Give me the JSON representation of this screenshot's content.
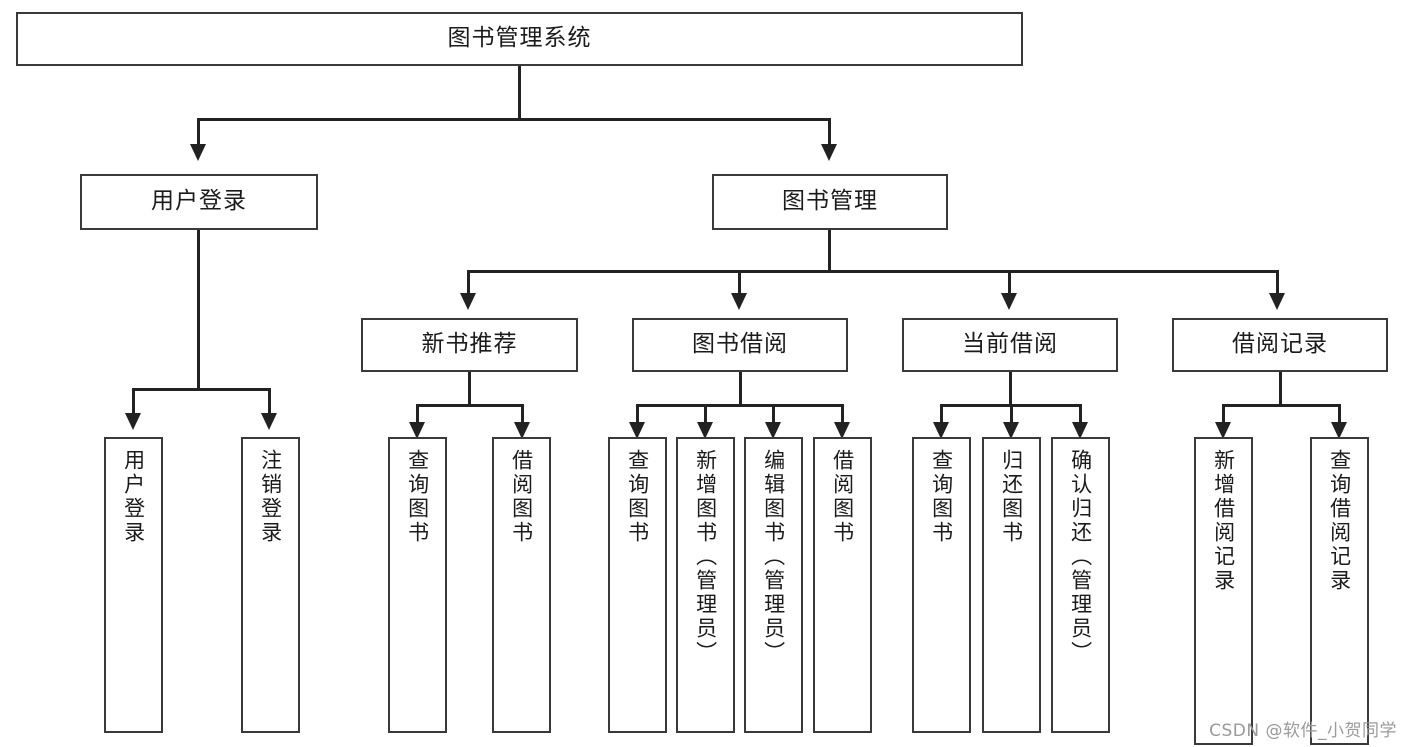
{
  "diagram": {
    "type": "tree-hierarchy-chart",
    "title": "图书管理系统",
    "background_color": "#ffffff",
    "line_color": "#222222",
    "box_border_color": "#3a3a3a",
    "text_color": "#1b1b1b"
  },
  "root": {
    "label": "图书管理系统"
  },
  "level2": [
    {
      "label": "用户登录"
    },
    {
      "label": "图书管理"
    }
  ],
  "level3": [
    {
      "label": "新书推荐"
    },
    {
      "label": "图书借阅"
    },
    {
      "label": "当前借阅"
    },
    {
      "label": "借阅记录"
    }
  ],
  "leaves": {
    "user_login": [
      {
        "label": "用户登录"
      },
      {
        "label": "注销登录"
      }
    ],
    "new_book_recommend": [
      {
        "label": "查询图书"
      },
      {
        "label": "借阅图书"
      }
    ],
    "book_borrow": [
      {
        "label": "查询图书"
      },
      {
        "label": "新增图书（管理员）"
      },
      {
        "label": "编辑图书（管理员）"
      },
      {
        "label": "借阅图书"
      }
    ],
    "current_borrow": [
      {
        "label": "查询图书"
      },
      {
        "label": "归还图书"
      },
      {
        "label": "确认归还（管理员）"
      }
    ],
    "borrow_record": [
      {
        "label": "新增借阅记录"
      },
      {
        "label": "查询借阅记录"
      }
    ]
  },
  "watermark": {
    "text": "CSDN @软件_小贺同学"
  }
}
